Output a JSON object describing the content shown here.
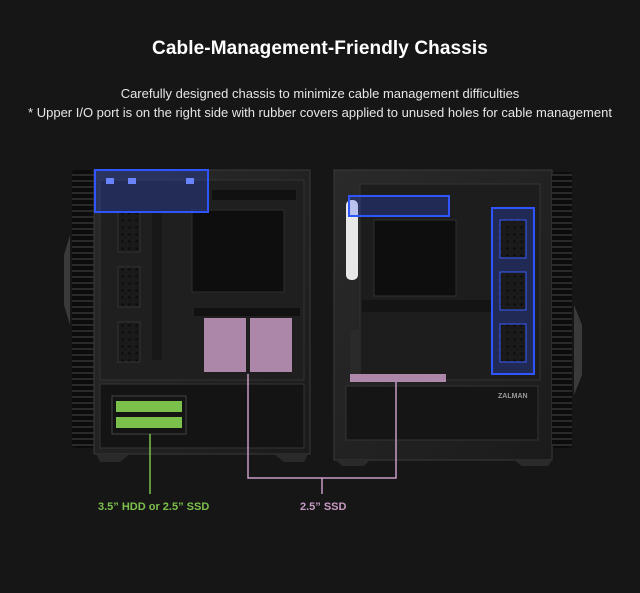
{
  "header": {
    "title": "Cable-Management-Friendly Chassis",
    "subtitle_line1": "Carefully designed chassis to minimize cable management difficulties",
    "subtitle_line2": "* Upper I/O port is on the right side with rubber covers applied to unused holes for cable management"
  },
  "callouts": {
    "hdd": "3.5” HDD or 2.5” SSD",
    "ssd": "2.5” SSD"
  },
  "brand": "ZALMAN",
  "colors": {
    "background": "#161616",
    "hdd_green": "#7cc04c",
    "ssd_pink": "#c79ac3",
    "highlight_blue": "#2f55ff"
  }
}
